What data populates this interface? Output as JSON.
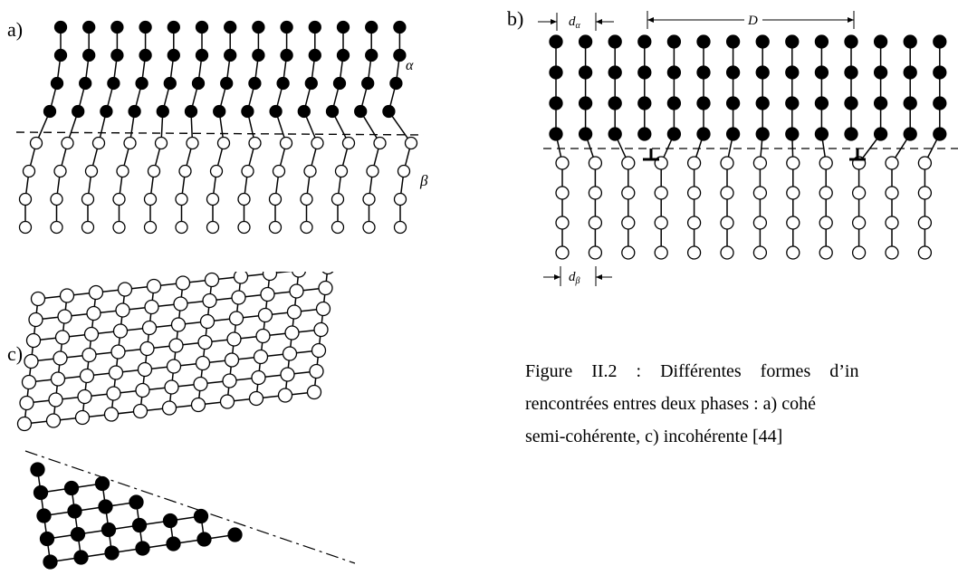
{
  "panels": {
    "a": {
      "label": "a)",
      "phase_top": "α",
      "phase_bottom": "β"
    },
    "b": {
      "label": "b)",
      "d_alpha": "d",
      "d_alpha_sub": "α",
      "spacing": "D",
      "d_beta": "d",
      "d_beta_sub": "β"
    },
    "c": {
      "label": "c)"
    }
  },
  "caption": {
    "line1": "Figure II.2 : Différentes formes d’in",
    "line2": "rencontrées entres deux phases : a) cohé",
    "line3": "semi-cohérente, c) incohérente [44]"
  },
  "colors": {
    "ink": "#000000",
    "paper": "#ffffff"
  }
}
